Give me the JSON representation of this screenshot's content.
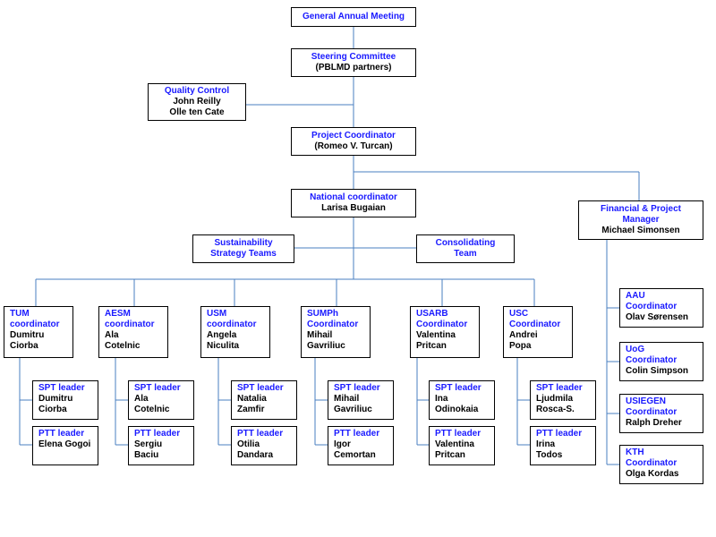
{
  "nodes": {
    "gam": {
      "title": [
        "General Annual Meeting"
      ],
      "names": []
    },
    "sc": {
      "title": [
        "Steering Committee"
      ],
      "names": [
        "(PBLMD partners)"
      ]
    },
    "qc": {
      "title": [
        "Quality Control"
      ],
      "names": [
        "John Reilly",
        "Olle ten Cate"
      ]
    },
    "pc": {
      "title": [
        "Project Coordinator"
      ],
      "names": [
        "(Romeo V. Turcan)"
      ]
    },
    "nc": {
      "title": [
        "National coordinator"
      ],
      "names": [
        "Larisa Bugaian"
      ]
    },
    "fpm": {
      "title": [
        "Financial & Project",
        "Manager"
      ],
      "names": [
        "Michael Simonsen"
      ]
    },
    "sst": {
      "title": [
        "Sustainability",
        "Strategy Teams"
      ],
      "names": []
    },
    "ct": {
      "title": [
        "Consolidating",
        "Team"
      ],
      "names": []
    },
    "tum": {
      "title": [
        "TUM",
        "coordinator"
      ],
      "names": [
        "Dumitru",
        "Ciorba"
      ]
    },
    "aesm": {
      "title": [
        "AESM",
        "coordinator"
      ],
      "names": [
        "Ala",
        "Cotelnic"
      ]
    },
    "usm": {
      "title": [
        "USM",
        "coordinator"
      ],
      "names": [
        "Angela",
        "Niculita"
      ]
    },
    "sumph": {
      "title": [
        "SUMPh",
        "Coordinator"
      ],
      "names": [
        "Mihail",
        "Gavriliuc"
      ]
    },
    "usarb": {
      "title": [
        "USARB",
        "Coordinator"
      ],
      "names": [
        "Valentina",
        "Pritcan"
      ]
    },
    "usc": {
      "title": [
        "USC",
        "Coordinator"
      ],
      "names": [
        "Andrei",
        "Popa"
      ]
    },
    "tum_spt": {
      "title": [
        "SPT leader"
      ],
      "names": [
        "Dumitru",
        "Ciorba"
      ]
    },
    "tum_ptt": {
      "title": [
        "PTT leader"
      ],
      "names": [
        "Elena Gogoi"
      ]
    },
    "aesm_spt": {
      "title": [
        "SPT leader"
      ],
      "names": [
        "Ala",
        "Cotelnic"
      ]
    },
    "aesm_ptt": {
      "title": [
        "PTT leader"
      ],
      "names": [
        "Sergiu",
        "Baciu"
      ]
    },
    "usm_spt": {
      "title": [
        "SPT leader"
      ],
      "names": [
        "Natalia",
        "Zamfir"
      ]
    },
    "usm_ptt": {
      "title": [
        "PTT leader"
      ],
      "names": [
        "Otilia",
        "Dandara"
      ]
    },
    "sumph_spt": {
      "title": [
        "SPT leader"
      ],
      "names": [
        "Mihail",
        "Gavriliuc"
      ]
    },
    "sumph_ptt": {
      "title": [
        "PTT leader"
      ],
      "names": [
        "Igor",
        "Cemortan"
      ]
    },
    "usarb_spt": {
      "title": [
        "SPT leader"
      ],
      "names": [
        "Ina",
        "Odinokaia"
      ]
    },
    "usarb_ptt": {
      "title": [
        "PTT leader"
      ],
      "names": [
        "Valentina",
        "Pritcan"
      ]
    },
    "usc_spt": {
      "title": [
        "SPT leader"
      ],
      "names": [
        "Ljudmila",
        "Rosca-S."
      ]
    },
    "usc_ptt": {
      "title": [
        "PTT leader"
      ],
      "names": [
        "Irina",
        "Todos"
      ]
    },
    "aau": {
      "title": [
        "AAU",
        "Coordinator"
      ],
      "names": [
        "Olav Sørensen"
      ]
    },
    "uog": {
      "title": [
        "UoG",
        "Coordinator"
      ],
      "names": [
        "Colin Simpson"
      ]
    },
    "usiegen": {
      "title": [
        "USIEGEN",
        "Coordinator"
      ],
      "names": [
        "Ralph Dreher"
      ]
    },
    "kth": {
      "title": [
        "KTH",
        "Coordinator"
      ],
      "names": [
        "Olga Kordas"
      ]
    }
  },
  "colors": {
    "title": "#1a1aff",
    "name": "#000000",
    "connector": "#4a7fc1",
    "border": "#000000"
  }
}
